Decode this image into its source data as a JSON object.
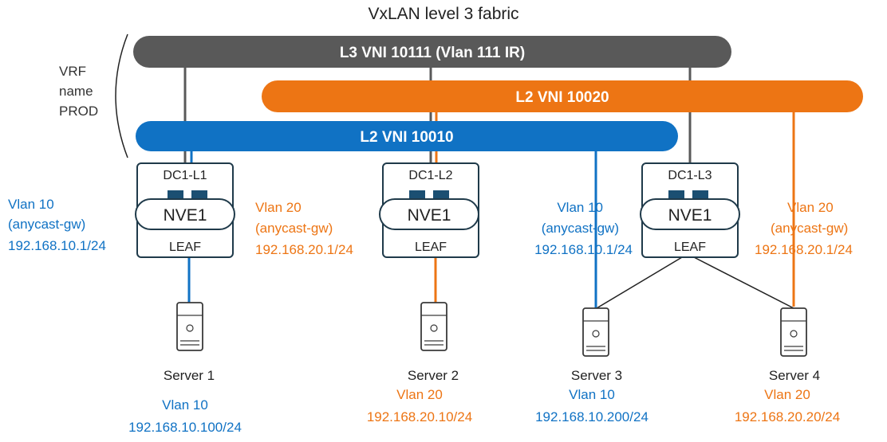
{
  "title": "VxLAN level 3 fabric",
  "vrf": {
    "line1": "VRF",
    "line2": "name",
    "line3": "PROD"
  },
  "buses": {
    "l3": {
      "label": "L3 VNI 10111  (Vlan 111 IR)",
      "color": "#595959"
    },
    "l2_20": {
      "label": "L2 VNI 10020",
      "color": "#ED7514"
    },
    "l2_10": {
      "label": "L2 VNI 10010",
      "color": "#1072C4"
    }
  },
  "leaves": [
    {
      "name": "DC1-L1",
      "nve": "NVE1",
      "role": "LEAF"
    },
    {
      "name": "DC1-L2",
      "nve": "NVE1",
      "role": "LEAF"
    },
    {
      "name": "DC1-L3",
      "nve": "NVE1",
      "role": "LEAF"
    }
  ],
  "gateways": [
    {
      "line1": "Vlan 10",
      "line2": "(anycast-gw)",
      "line3": "192.168.10.1/24",
      "color": "#1072C4"
    },
    {
      "line1": "Vlan 20",
      "line2": "(anycast-gw)",
      "line3": "192.168.20.1/24",
      "color": "#ED7514"
    },
    {
      "line1": "Vlan 10",
      "line2": "(anycast-gw)",
      "line3": "192.168.10.1/24",
      "color": "#1072C4"
    },
    {
      "line1": "Vlan 20",
      "line2": "(anycast-gw)",
      "line3": "192.168.20.1/24",
      "color": "#ED7514"
    }
  ],
  "servers": [
    {
      "name": "Server 1",
      "vlan": "Vlan 10",
      "ip": "192.168.10.100/24",
      "color": "#1072C4"
    },
    {
      "name": "Server 2",
      "vlan": "Vlan 20",
      "ip": "192.168.20.10/24",
      "color": "#ED7514"
    },
    {
      "name": "Server 3",
      "vlan": "Vlan 10",
      "ip": "192.168.10.200/24",
      "color": "#1072C4"
    },
    {
      "name": "Server 4",
      "vlan": "Vlan 20",
      "ip": "192.168.20.20/24",
      "color": "#ED7514"
    }
  ]
}
